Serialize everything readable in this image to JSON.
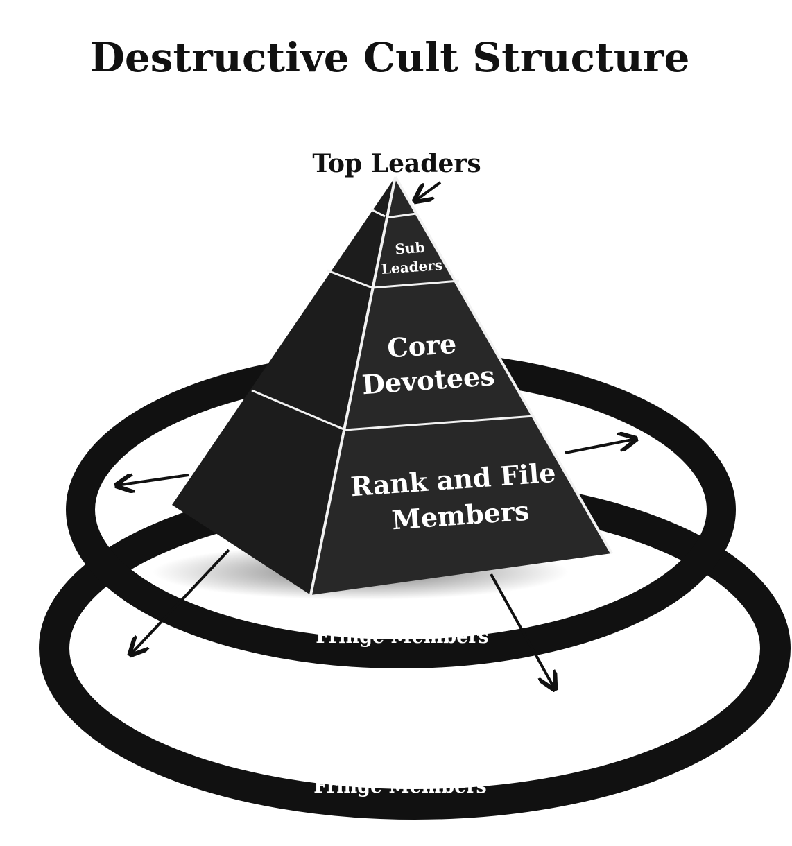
{
  "title": "Destructive Cult Structure",
  "colors": {
    "ink": "#111111",
    "face_dark": "#1c1c1c",
    "face_front": "#282828",
    "divider": "#f2f2f2",
    "label_white": "#ffffff",
    "background": "#ffffff"
  },
  "pyramid": {
    "apex_label": "Top Leaders",
    "tiers": [
      {
        "lines": [
          "Sub",
          "Leaders"
        ]
      },
      {
        "lines": [
          "Core",
          "Devotees"
        ]
      },
      {
        "lines": [
          "Rank and File",
          "Members"
        ]
      }
    ]
  },
  "rings": {
    "inner_label": "Fringe Members",
    "outer_label": "Fringe Members"
  }
}
